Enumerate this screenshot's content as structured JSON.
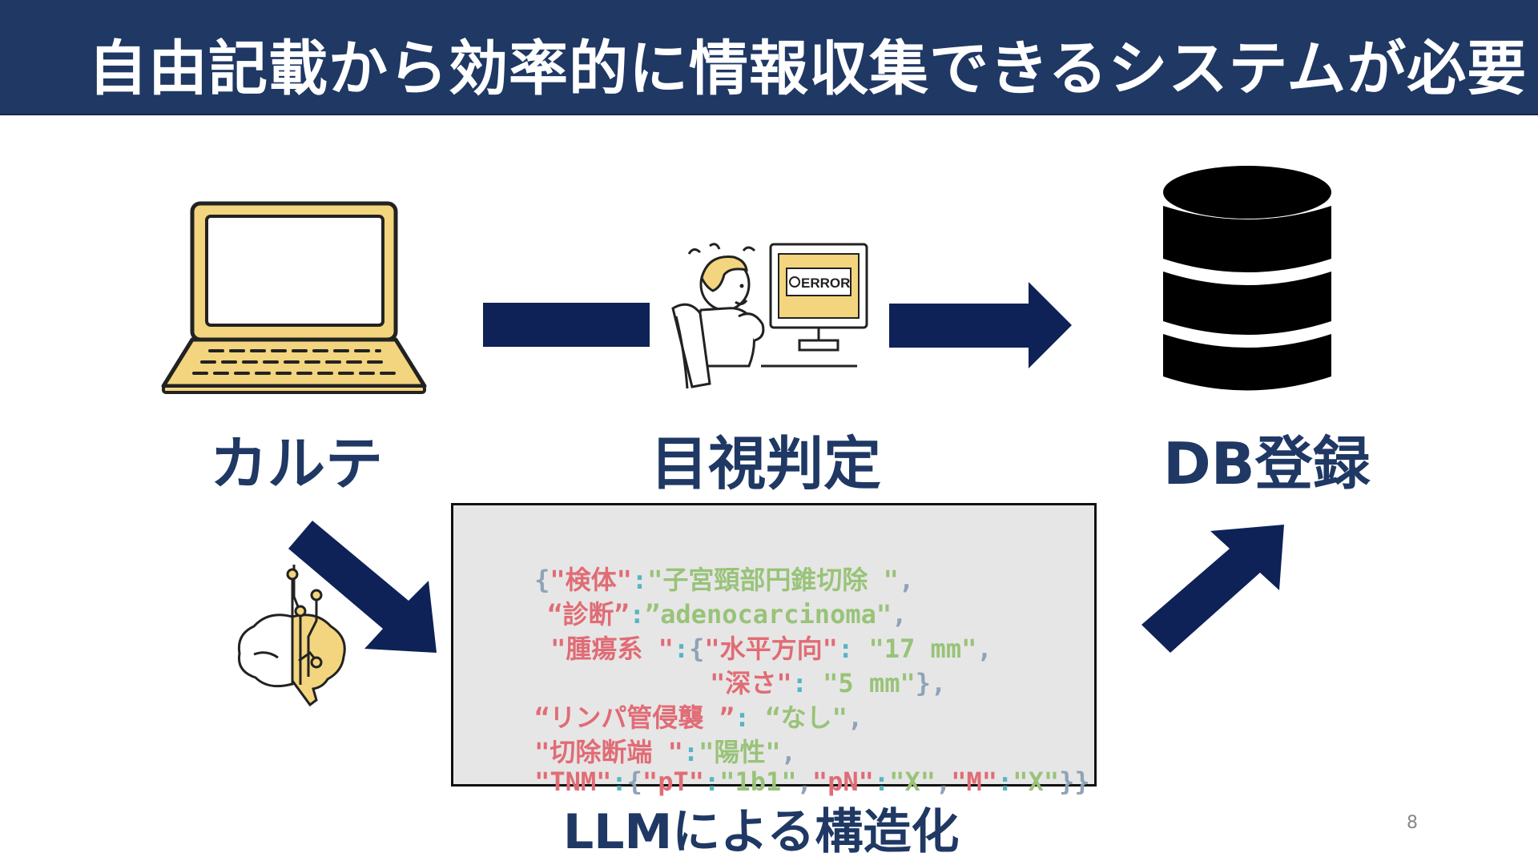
{
  "slide": {
    "title": "自由記載から効率的に情報収集できるシステムが必要",
    "page_number": "8"
  },
  "nodes": {
    "karte": "カルテ",
    "visual_check": "目視判定",
    "db_register": "DB登録",
    "llm_structuring": "LLMによる構造化"
  },
  "screen_text": "ERROR",
  "code": {
    "l1_k1": "\"検体\"",
    "l1_v1": "\"子宮頸部円錐切除 \"",
    "l2_k1": "“診断”",
    "l2_v1": "”adenocarcinoma\"",
    "l3_k1": "\"腫瘍系 \"",
    "l3_k2": "\"水平方向\"",
    "l3_v2": " \"17 mm\"",
    "l4_k1": "\"深さ\"",
    "l4_v1": " \"5 mm\"",
    "l5_k1": "“リンパ管侵襲 ”",
    "l5_v1": " “なし\"",
    "l6_k1": "\"切除断端 \"",
    "l6_v1": "\"陽性\"",
    "l7_k1": "\"TNM\"",
    "l7_k2": "\"pT\"",
    "l7_v2": "\"1b1\"",
    "l7_k3": "\"pN\"",
    "l7_v3": "\"X\"",
    "l7_k4": "\"M\"",
    "l7_v4": "\"X\""
  },
  "colors": {
    "title_bg": "#1f3864",
    "arrow": "#0e2258",
    "key": "#e06c75",
    "value": "#98c379",
    "laptop_fill": "#f2d57e"
  },
  "icons": [
    "laptop-icon",
    "worried-person-error-icon",
    "database-icon",
    "ai-brain-icon"
  ]
}
